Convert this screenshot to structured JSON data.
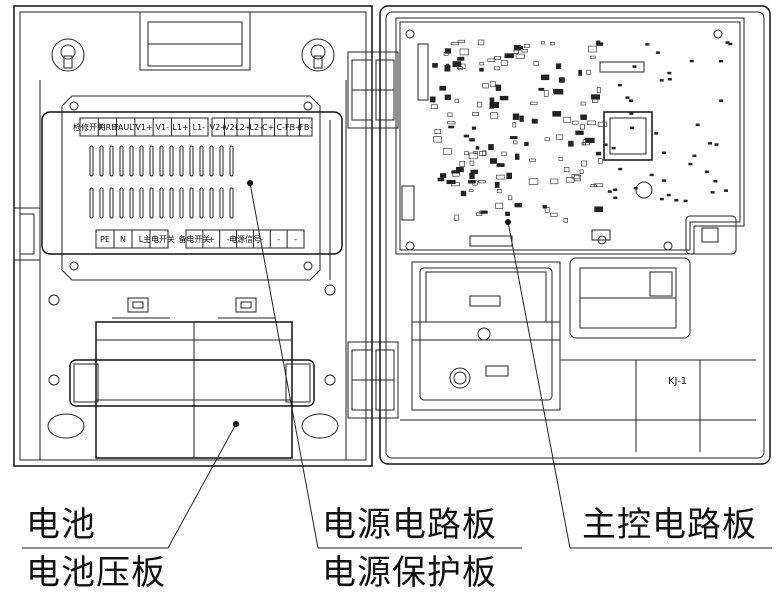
{
  "terminal_strip_top": {
    "left": [
      "检修开关",
      "FIRE",
      "FAULT",
      "V1+",
      "V1-",
      "L1+",
      "L1-"
    ],
    "right": [
      "V2+",
      "V2-",
      "L2+",
      "L2-",
      "C+",
      "C-",
      "FB+",
      "FB-"
    ]
  },
  "terminal_strip_bottom": {
    "left": [
      "PE",
      "N",
      "L",
      "主电开关"
    ],
    "right": [
      "备电开关",
      "+",
      "-",
      "电源信号",
      "-",
      "-",
      "-"
    ]
  },
  "board_marking": "KJ-1",
  "callouts": {
    "battery": "电池",
    "battery_plate": "电池压板",
    "power_board": "电源电路板",
    "power_protection_board": "电源保护板",
    "main_control_board": "主控电路板"
  }
}
